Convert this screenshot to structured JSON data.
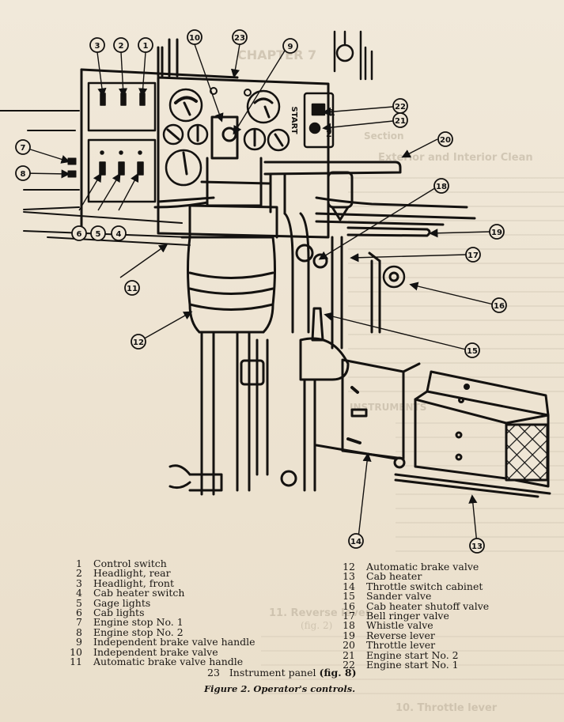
{
  "figure": {
    "title": "Figure 2. Operator's controls.",
    "panel_label": "START",
    "start_numbers": [
      "1",
      "2"
    ]
  },
  "callouts": [
    {
      "id": "1"
    },
    {
      "id": "2"
    },
    {
      "id": "3"
    },
    {
      "id": "4"
    },
    {
      "id": "5"
    },
    {
      "id": "6"
    },
    {
      "id": "7"
    },
    {
      "id": "8"
    },
    {
      "id": "9"
    },
    {
      "id": "10"
    },
    {
      "id": "11"
    },
    {
      "id": "12"
    },
    {
      "id": "13"
    },
    {
      "id": "14"
    },
    {
      "id": "15"
    },
    {
      "id": "16"
    },
    {
      "id": "17"
    },
    {
      "id": "18"
    },
    {
      "id": "19"
    },
    {
      "id": "20"
    },
    {
      "id": "21"
    },
    {
      "id": "22"
    },
    {
      "id": "23"
    }
  ],
  "legend_left": [
    {
      "num": "1",
      "label": "Control switch"
    },
    {
      "num": "2",
      "label": "Headlight, rear"
    },
    {
      "num": "3",
      "label": "Headlight, front"
    },
    {
      "num": "4",
      "label": "Cab heater switch"
    },
    {
      "num": "5",
      "label": "Gage lights"
    },
    {
      "num": "6",
      "label": "Cab lights"
    },
    {
      "num": "7",
      "label": "Engine stop No. 1"
    },
    {
      "num": "8",
      "label": "Engine stop No. 2"
    },
    {
      "num": "9",
      "label": "Independent brake valve handle"
    },
    {
      "num": "10",
      "label": "Independent brake valve"
    },
    {
      "num": "11",
      "label": "Automatic brake valve handle"
    }
  ],
  "legend_right": [
    {
      "num": "12",
      "label": "Automatic brake valve"
    },
    {
      "num": "13",
      "label": "Cab heater"
    },
    {
      "num": "14",
      "label": "Throttle switch cabinet"
    },
    {
      "num": "15",
      "label": "Sander valve"
    },
    {
      "num": "16",
      "label": "Cab heater shutoff valve"
    },
    {
      "num": "17",
      "label": "Bell ringer valve"
    },
    {
      "num": "18",
      "label": "Whistle valve"
    },
    {
      "num": "19",
      "label": "Reverse lever"
    },
    {
      "num": "20",
      "label": "Throttle lever"
    },
    {
      "num": "21",
      "label": "Engine start No. 2"
    },
    {
      "num": "22",
      "label": "Engine start No. 1"
    }
  ],
  "legend_bottom": {
    "num": "23",
    "label": "Instrument panel",
    "ref": "(fig. 8)"
  },
  "bleed_through": {
    "chapter": "CHAPTER 7",
    "section": "Section",
    "heading_exterior": "Exterior and Interior Clean",
    "heading_reverse": "11. Reverse lever",
    "heading_reverse_ref": "(fig. 2)",
    "heading_throttle": "10. Throttle lever",
    "heading_instruments": "INSTRUMENTS"
  }
}
